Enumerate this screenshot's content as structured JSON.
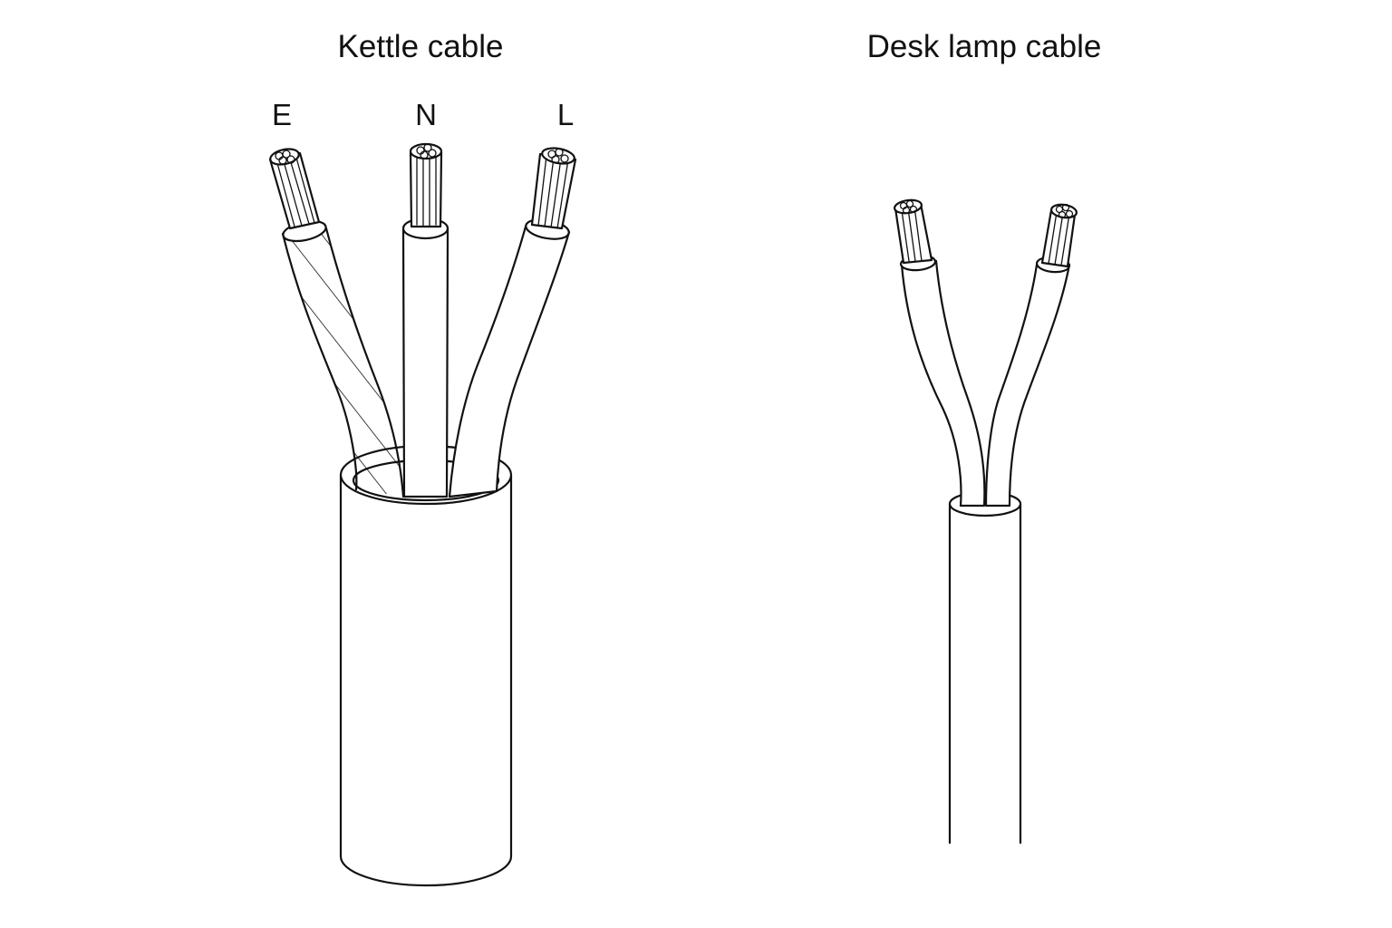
{
  "kettle": {
    "title": "Kettle cable",
    "cores": [
      {
        "label": "E",
        "striped": true
      },
      {
        "label": "N",
        "striped": false
      },
      {
        "label": "L",
        "striped": false
      }
    ]
  },
  "lamp": {
    "title": "Desk lamp cable",
    "core_count": 2
  }
}
